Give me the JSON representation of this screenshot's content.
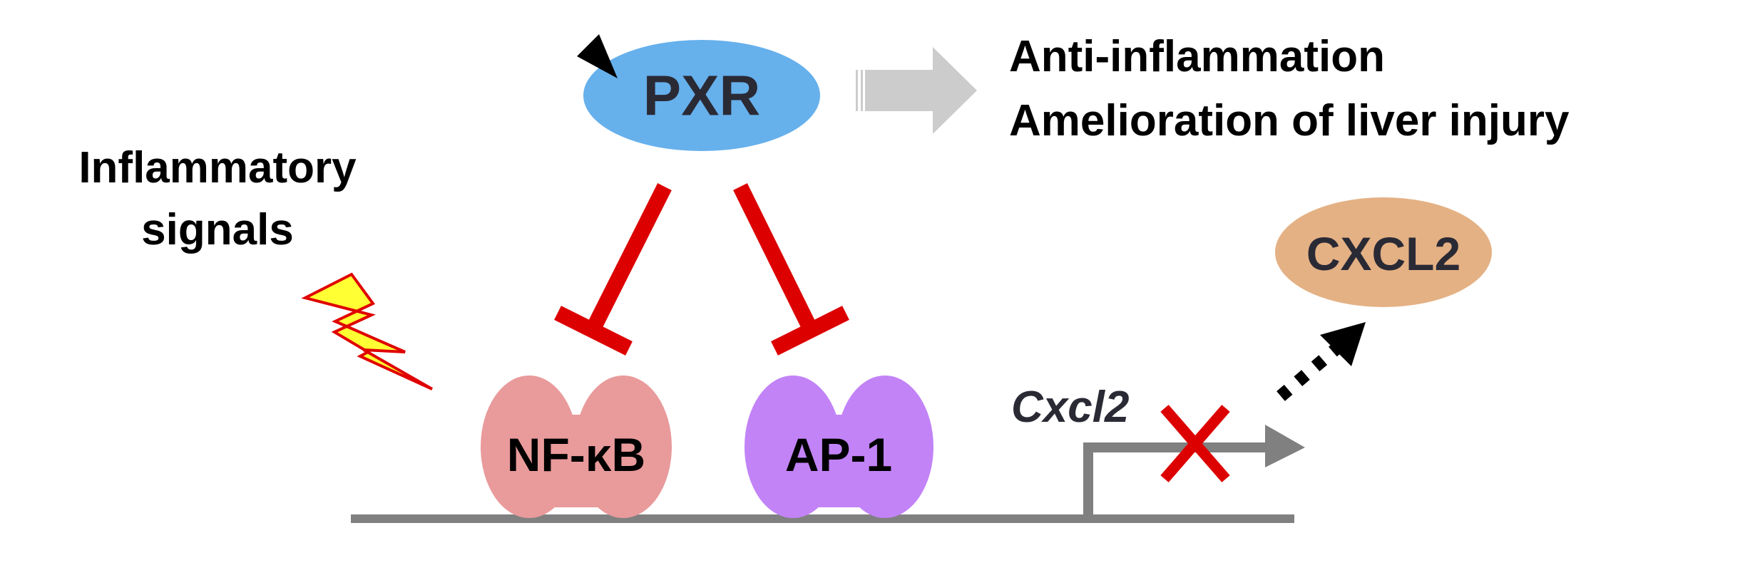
{
  "pxr": {
    "label": "PXR",
    "color": "#66b0ec"
  },
  "outcomes": {
    "line1": "Anti-inflammation",
    "line2": "Amelioration of liver injury"
  },
  "stimulus": {
    "line1": "Inflammatory",
    "line2": "signals",
    "bolt_fill": "#ffff33",
    "bolt_stroke": "#e00000"
  },
  "factors": {
    "nfkb": {
      "label": "NF-κB",
      "color": "#e99a9b"
    },
    "ap1": {
      "label": "AP-1",
      "color": "#c283f7"
    }
  },
  "gene": {
    "label": "Cxcl2",
    "line_color": "#808080"
  },
  "protein": {
    "label": "CXCL2",
    "color": "#e4b184"
  },
  "colors": {
    "inhibition": "#dd0000",
    "block_mark": "#dd0000",
    "activation_arrow": "#cccccc",
    "text": "#000000",
    "node_text": "#2a2a35"
  }
}
